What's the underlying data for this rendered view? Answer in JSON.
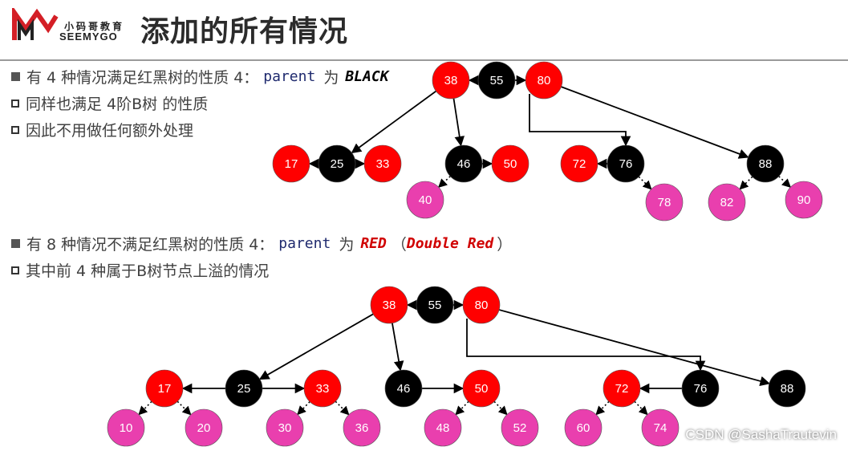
{
  "header": {
    "logo_cn": "小码哥教育",
    "logo_en": "SEEMYGO",
    "title": "添加的所有情况"
  },
  "section1": {
    "line1_prefix": "有 4 种情况满足红黑树的性质 4：",
    "line1_code": "parent",
    "line1_mid": "为",
    "line1_kw": "BLACK",
    "line2": "同样也满足 4阶B树 的性质",
    "line3": "因此不用做任何额外处理"
  },
  "section2": {
    "line1_prefix": "有 8 种情况不满足红黑树的性质 4：",
    "line1_code": "parent",
    "line1_mid": "为",
    "line1_kw": "RED",
    "line1_paren_open": "（",
    "line1_kw2": "Double Red",
    "line1_paren_close": "）",
    "line2": "其中前 4 种属于B树节点上溢的情况"
  },
  "colors": {
    "red": "#ff0000",
    "black": "#000000",
    "pink": "#e93fae",
    "edge": "#000000"
  },
  "tree1": {
    "nodes": [
      {
        "id": "a38",
        "label": "38",
        "color": "red"
      },
      {
        "id": "a55",
        "label": "55",
        "color": "black"
      },
      {
        "id": "a80",
        "label": "80",
        "color": "red"
      },
      {
        "id": "a17",
        "label": "17",
        "color": "red"
      },
      {
        "id": "a25",
        "label": "25",
        "color": "black"
      },
      {
        "id": "a33",
        "label": "33",
        "color": "red"
      },
      {
        "id": "a46",
        "label": "46",
        "color": "black"
      },
      {
        "id": "a50",
        "label": "50",
        "color": "red"
      },
      {
        "id": "a72",
        "label": "72",
        "color": "red"
      },
      {
        "id": "a76",
        "label": "76",
        "color": "black"
      },
      {
        "id": "a88",
        "label": "88",
        "color": "black"
      },
      {
        "id": "a40",
        "label": "40",
        "color": "pink"
      },
      {
        "id": "a78",
        "label": "78",
        "color": "pink"
      },
      {
        "id": "a82",
        "label": "82",
        "color": "pink"
      },
      {
        "id": "a90",
        "label": "90",
        "color": "pink"
      }
    ]
  },
  "tree2": {
    "nodes": [
      {
        "id": "b38",
        "label": "38",
        "color": "red"
      },
      {
        "id": "b55",
        "label": "55",
        "color": "black"
      },
      {
        "id": "b80",
        "label": "80",
        "color": "red"
      },
      {
        "id": "b17",
        "label": "17",
        "color": "red"
      },
      {
        "id": "b25",
        "label": "25",
        "color": "black"
      },
      {
        "id": "b33",
        "label": "33",
        "color": "red"
      },
      {
        "id": "b46",
        "label": "46",
        "color": "black"
      },
      {
        "id": "b50",
        "label": "50",
        "color": "red"
      },
      {
        "id": "b72",
        "label": "72",
        "color": "red"
      },
      {
        "id": "b76",
        "label": "76",
        "color": "black"
      },
      {
        "id": "b88",
        "label": "88",
        "color": "black"
      },
      {
        "id": "b10",
        "label": "10",
        "color": "pink"
      },
      {
        "id": "b20",
        "label": "20",
        "color": "pink"
      },
      {
        "id": "b30",
        "label": "30",
        "color": "pink"
      },
      {
        "id": "b36",
        "label": "36",
        "color": "pink"
      },
      {
        "id": "b48",
        "label": "48",
        "color": "pink"
      },
      {
        "id": "b52",
        "label": "52",
        "color": "pink"
      },
      {
        "id": "b60",
        "label": "60",
        "color": "pink"
      },
      {
        "id": "b74",
        "label": "74",
        "color": "pink"
      }
    ]
  },
  "watermark": "CSDN @SashaTrautevin"
}
